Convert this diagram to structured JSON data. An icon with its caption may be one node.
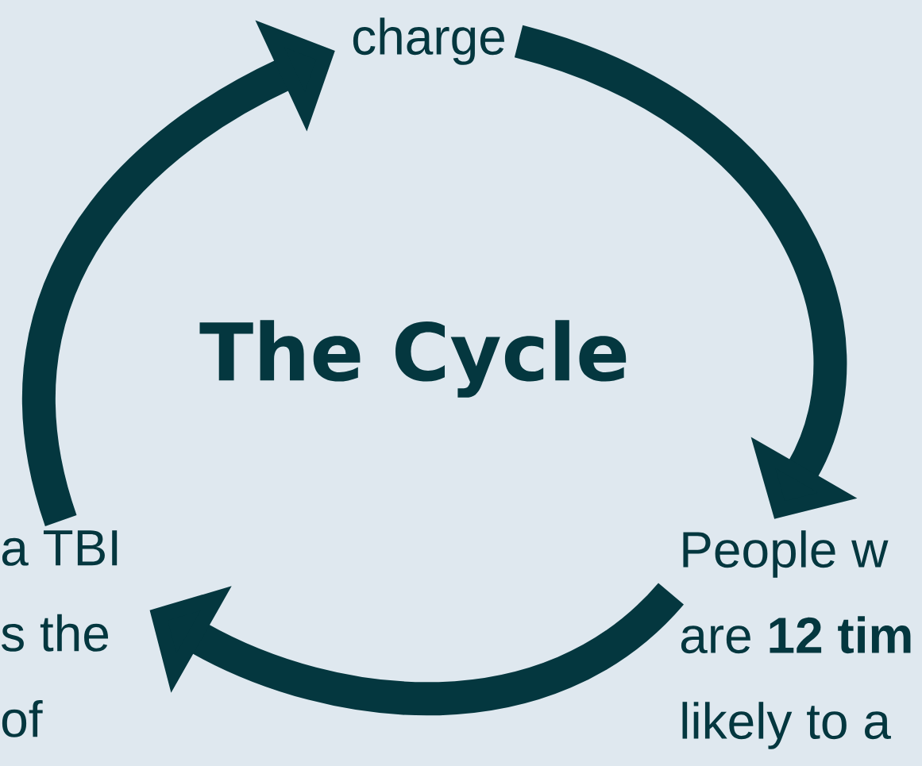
{
  "diagram": {
    "title": "The Cycle",
    "nodes": [
      {
        "text": [
          "charge"
        ]
      },
      {
        "text": [
          "People w",
          "are **12 tim**",
          "likely to a"
        ]
      },
      {
        "text": [
          "a TBI",
          "s the",
          "of"
        ]
      }
    ],
    "edges": [
      {
        "from": 0,
        "to": 1,
        "arrow": "to"
      },
      {
        "from": 1,
        "to": 2,
        "arrow": "to"
      },
      {
        "from": 2,
        "to": 0,
        "arrow": "to"
      }
    ]
  }
}
